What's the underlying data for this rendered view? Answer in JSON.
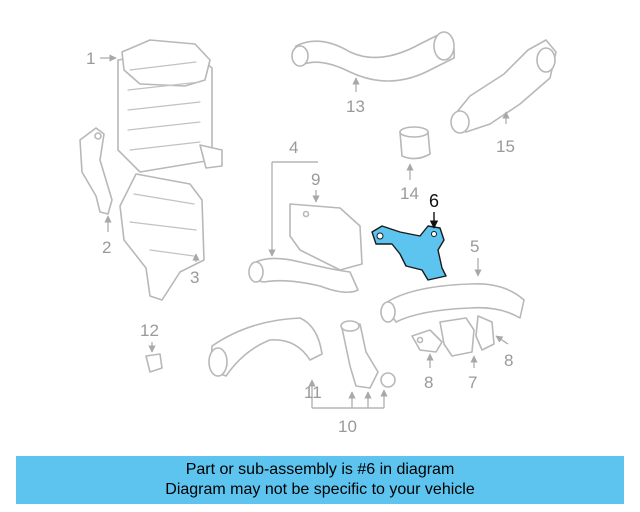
{
  "callouts": {
    "c1": "1",
    "c2": "2",
    "c3": "3",
    "c4": "4",
    "c5": "5",
    "c6": "6",
    "c7": "7",
    "c8a": "8",
    "c8b": "8",
    "c9": "9",
    "c10": "10",
    "c11": "11",
    "c12": "12",
    "c13": "13",
    "c14": "14",
    "c15": "15"
  },
  "highlight": {
    "part_number": "6",
    "color": "#5cc4ef"
  },
  "banner": {
    "line1": "Part or sub-assembly is #6 in diagram",
    "line2": "Diagram may not be specific to your vehicle",
    "color": "#5cc4ef"
  }
}
